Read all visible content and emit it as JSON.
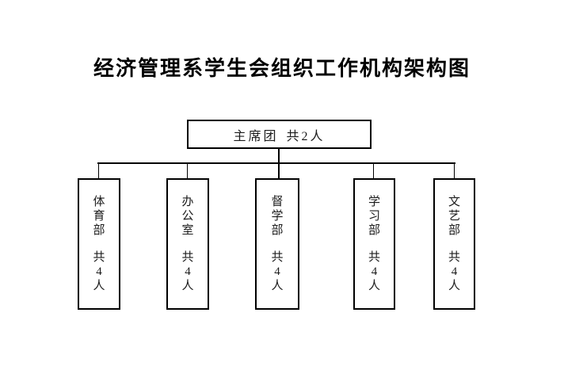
{
  "page": {
    "background_color": "#ffffff",
    "line_color": "#000000",
    "text_color": "#1c1c1c"
  },
  "title": "经济管理系学生会组织工作机构架构图",
  "org_chart": {
    "root": {
      "label": "主席团",
      "count": "共2人"
    },
    "departments": [
      {
        "name": "体育部",
        "count": "共4人"
      },
      {
        "name": "办公室",
        "count": "共4人"
      },
      {
        "name": "督学部",
        "count": "共4人"
      },
      {
        "name": "学习部",
        "count": "共4人"
      },
      {
        "name": "文艺部",
        "count": "共4人"
      }
    ]
  }
}
